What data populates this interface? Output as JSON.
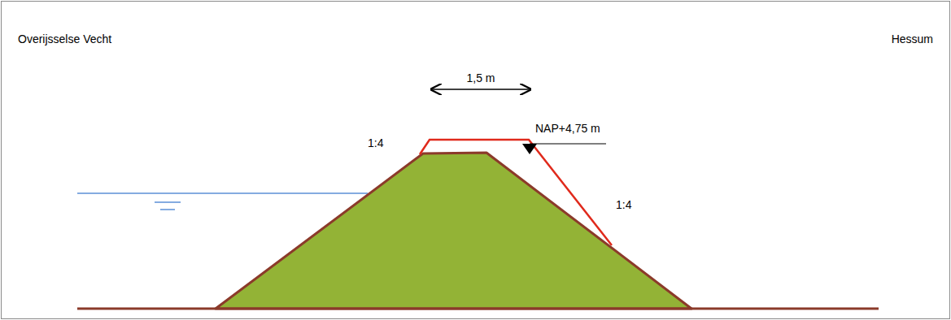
{
  "diagram": {
    "labels": [
      "Overijsselse Vecht",
      "Hessum",
      "1,5 m",
      "NAP+4,75 m",
      "1:4",
      "1:4"
    ]
  }
}
